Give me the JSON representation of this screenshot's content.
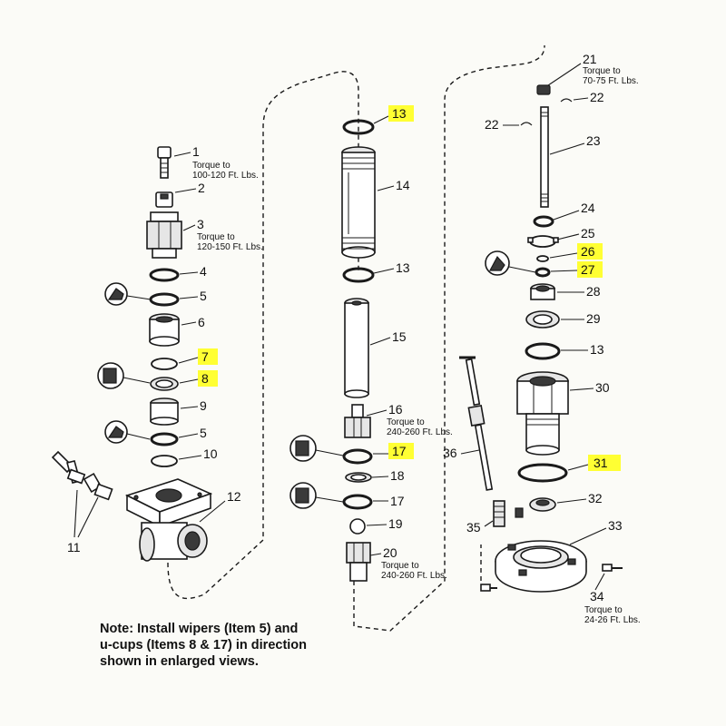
{
  "colors": {
    "highlight": "#ffff33",
    "ink": "#1a1a1a",
    "background": "#fbfbf7"
  },
  "labels": {
    "p1": "1",
    "p2": "2",
    "p3": "3",
    "p4": "4",
    "p5a": "5",
    "p6": "6",
    "p7": "7",
    "p8": "8",
    "p9": "9",
    "p5b": "5",
    "p10": "10",
    "p11": "11",
    "p12": "12",
    "p13a": "13",
    "p14": "14",
    "p13b": "13",
    "p15": "15",
    "p16": "16",
    "p17a": "17",
    "p18": "18",
    "p17b": "17",
    "p19": "19",
    "p20": "20",
    "p21": "21",
    "p22a": "22",
    "p22b": "22",
    "p23": "23",
    "p24": "24",
    "p25": "25",
    "p26": "26",
    "p27": "27",
    "p28": "28",
    "p29": "29",
    "p13c": "13",
    "p30": "30",
    "p36": "36",
    "p31": "31",
    "p32": "32",
    "p35": "35",
    "p33": "33",
    "p34": "34"
  },
  "torque": {
    "t1": [
      "Torque to",
      "100-120 Ft. Lbs."
    ],
    "t3": [
      "Torque to",
      "120-150 Ft. Lbs."
    ],
    "t16": [
      "Torque to",
      "240-260 Ft. Lbs."
    ],
    "t20": [
      "Torque to",
      "240-260 Ft. Lbs."
    ],
    "t21": [
      "Torque to",
      "70-75 Ft. Lbs."
    ],
    "t34": [
      "Torque to",
      "24-26 Ft. Lbs."
    ]
  },
  "note": {
    "lines": [
      "Note: Install wipers (Item 5) and",
      "u-cups (Items 8 & 17) in direction",
      "shown in enlarged views."
    ]
  }
}
